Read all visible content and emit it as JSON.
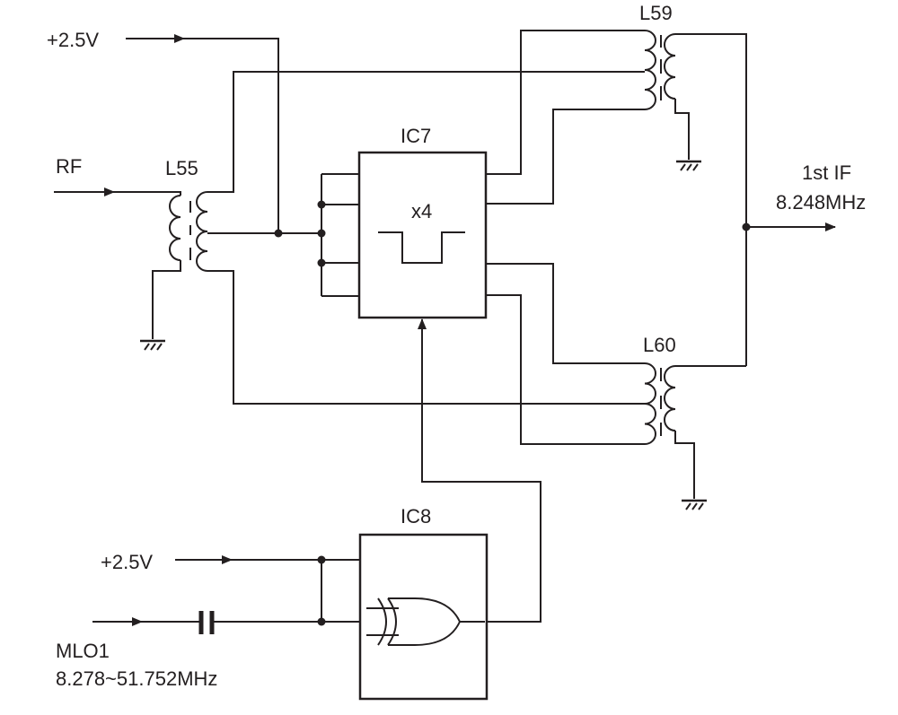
{
  "labels": {
    "v_top": "+2.5V",
    "rf": "RF",
    "l55": "L55",
    "l59": "L59",
    "l60": "L60",
    "ic7": "IC7",
    "ic7_func": "x4",
    "ic8": "IC8",
    "v_bottom": "+2.5V",
    "mlo": "MLO1",
    "mlo_freq": "8.278~51.752MHz",
    "if_out": "1st IF",
    "if_freq": "8.248MHz"
  },
  "colors": {
    "ink": "#231f20",
    "background": "#ffffff"
  }
}
